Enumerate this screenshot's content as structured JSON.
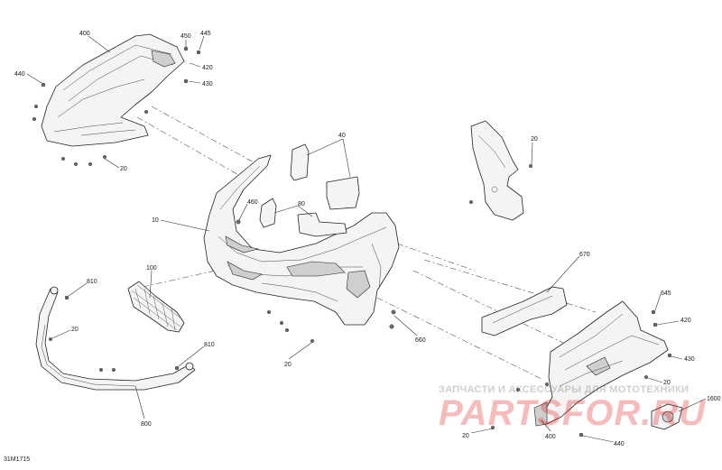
{
  "diagram_code": "31M1715",
  "watermark": {
    "top_text": "ЗАПЧАСТИ И АКСЕССУАРЫ ДЛЯ МОТОТЕХНИКИ",
    "logo_text": "PARTSFOR.RU"
  },
  "labels": {
    "l400a": "400",
    "l450": "450",
    "l445": "445",
    "l420a": "420",
    "l430a": "430",
    "l440a": "440",
    "l20a": "20",
    "l40": "40",
    "l20b": "20",
    "l460": "460",
    "l80": "80",
    "l10": "10",
    "l100": "100",
    "l810a": "810",
    "l20c": "20",
    "l810b": "810",
    "l20d": "20",
    "l800": "800",
    "l660": "660",
    "l670": "670",
    "l645": "645",
    "l420b": "420",
    "l430b": "430",
    "l20e": "20",
    "l1600": "1600",
    "l20f": "20",
    "l400b": "400",
    "l440b": "440"
  }
}
